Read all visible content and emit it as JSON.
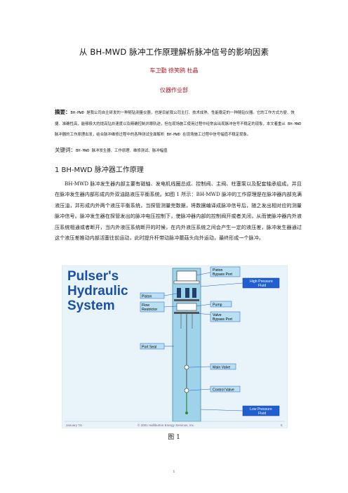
{
  "title": "从 BH-MWD 脉冲工作原理解析脉冲信号的影响因素",
  "authors": "车卫勤 徐笑鸥 杜晶",
  "org": "仪器作业部",
  "abstract": {
    "label": "摘要：",
    "text": "BH-MWD 是我公司自主研发的一种随钻测量仪器，也是目前我公司主打、技术成熟、性能稳定的一种随钻仪器。它的工作方式方便、快捷、准确性高，能够极大的提高钻井速度以及精确控制井眼轨迹，但在现场施工使用过程中经常会出现脉冲信号不稳定的现象，本文着重从 BH-MWD 脉冲器的工作原理出发，结合脉冲维修过程中的各种测试全面解析 BH-MWD 在现场施工过程中信号幅值不稳定现象。"
  },
  "keywords": {
    "label": "关键词：",
    "text": "BH-MWD 脉冲发生器、工作原理、维修测试、脉冲幅值"
  },
  "section1": {
    "heading": "1  BH-MWD 脉冲器工作原理",
    "body": "BH-MWD 脉冲发生器内部主要有磁轴、发电机线圈总成、控制阀、主阀、柱塞泵以及配套轴承组成。并且在脉冲发生器内部形成内外双油路液压平衡系统。如图 1 所示：BH-MWD 脉冲的工作原理是在脉冲器内部充满液压油，并形成内外两个液压平衡系统，当探管测量完数据，将数据编译成脉冲信号后，随之发出相对应的测量脉冲信号。脉冲发生器在探管发出的脉冲电压控制下，使脉冲器内部的控制阀开或者关闭，从而使脉冲器内外液压系统相通或者断开，当内外液压系统断开的时候，在内外液压系统之间会产生一定的液压差，脉冲发生器通过这个液压差推动内部活塞往前运动，此时提升杆带动脉冲蘑菇头向外运动，最终形成一个脉冲。"
  },
  "figure": {
    "title_line1": "Pulser's",
    "title_line2": "Hydraulic",
    "title_line3": "System",
    "labels": {
      "piston_bypass": "Piston Bypass Port",
      "high_pressure": "High Pressure Fluid",
      "piston": "Piston",
      "flow_restrictor": "Flow Restrictor",
      "pump": "Pump",
      "valve_bypass": "Valve Bypass Port",
      "port_seal": "Port Seal",
      "main_valve": "Main Valve",
      "control_valve": "Control Valve",
      "low_pressure": "Low Pressure Fluid"
    },
    "footer_left": "January '01",
    "footer_center": "© 2001 Halliburton Energy Services, Inc.",
    "footer_right": "5",
    "colors": {
      "background": "#e9f3fa",
      "title": "#1a4fa8",
      "tool": "#9fd3ea",
      "label_box": "#b9dff2",
      "callout": "#1f5fd0"
    }
  },
  "caption": "图 1",
  "page_number": "1"
}
